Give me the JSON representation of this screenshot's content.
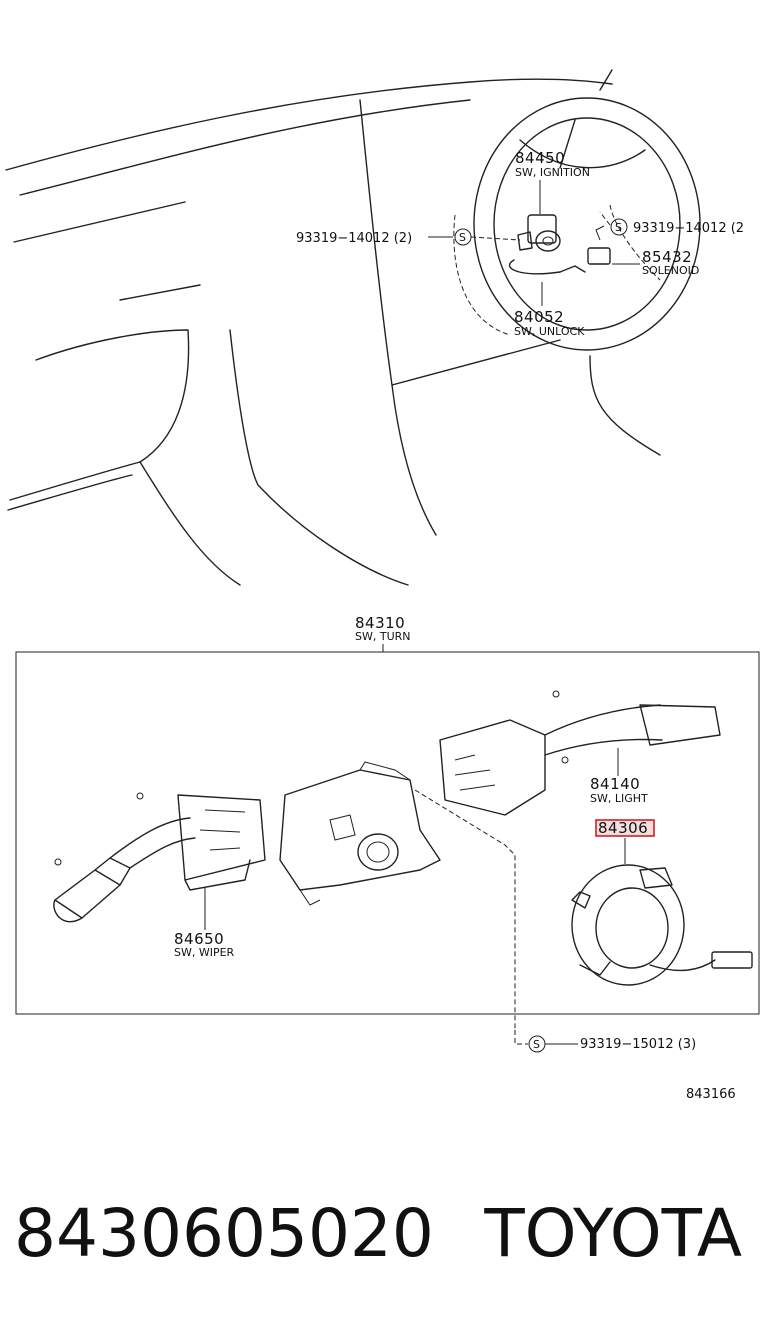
{
  "top": {
    "ignition": {
      "number": "84450",
      "name": "SW, IGNITION"
    },
    "unlock": {
      "number": "84052",
      "name": "SW, UNLOCK"
    },
    "solenoid": {
      "number": "85432",
      "name": "SOLENOID"
    },
    "screw_left": {
      "symbol": "S",
      "part": "93319−14012 (2)"
    },
    "screw_right": {
      "symbol": "S",
      "part": "93319−14012 (2"
    }
  },
  "assembly": {
    "turn": {
      "number": "84310",
      "name": "SW, TURN"
    },
    "light": {
      "number": "84140",
      "name": "SW, LIGHT"
    },
    "spiral": {
      "number": "84306",
      "highlight_color": "#cc2222"
    },
    "wiper": {
      "number": "84650",
      "name": "SW, WIPER"
    },
    "screw_bottom": {
      "symbol": "S",
      "part": "93319−15012 (3)"
    }
  },
  "figure_code": "843166",
  "caption": {
    "part_number": "8430605020",
    "brand": "TOYOTA"
  }
}
